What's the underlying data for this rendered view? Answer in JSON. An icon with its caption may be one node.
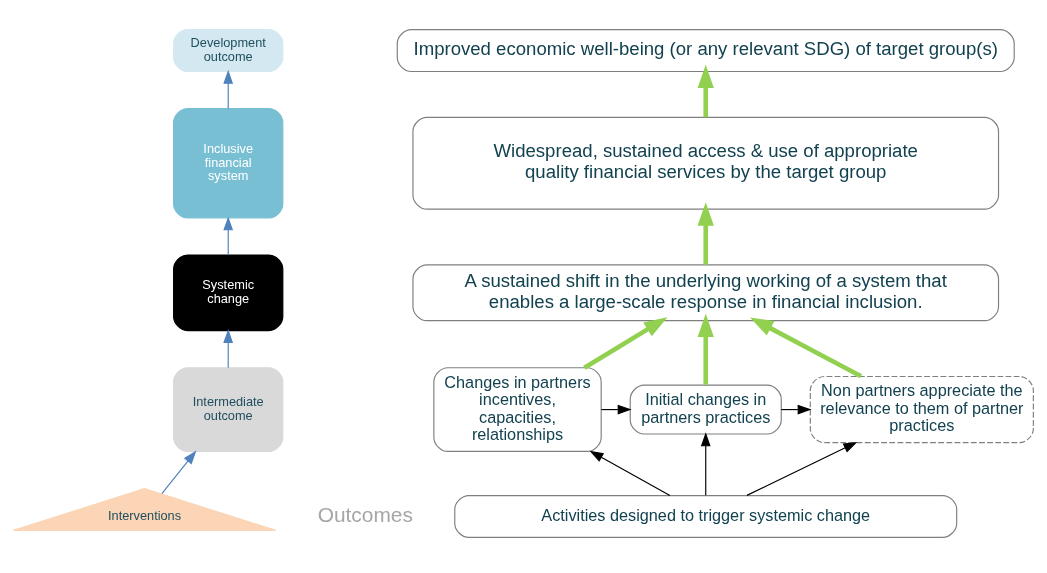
{
  "diagram": {
    "nodes": [
      {
        "text": [
          "Development outcome"
        ]
      },
      {
        "text": [
          "Inclusive financial system"
        ]
      },
      {
        "text": [
          "Systemic change"
        ]
      },
      {
        "text": [
          "Intermediate outcome"
        ]
      },
      {
        "text": [
          "Interventions"
        ]
      },
      {
        "text": [
          "Improved economic well-being (or any relevant SDG) of target group(s)"
        ]
      },
      {
        "text": [
          "Widespread, sustained access & use of appropriate quality financial services by the target group"
        ]
      },
      {
        "text": [
          "A sustained shift in the underlying working of a system that enables a large-scale response in financial inclusion."
        ]
      },
      {
        "text": [
          "Changes in partners incentives, capacities, relationships"
        ]
      },
      {
        "text": [
          "Initial changes in partners practices"
        ]
      },
      {
        "text": [
          "Non partners appreciate the relevance to them of partner practices"
        ]
      },
      {
        "text": [
          "Activities designed to trigger systemic change"
        ]
      }
    ],
    "edges": [
      {
        "from": 1,
        "to": 0,
        "arrow": "to",
        "color": "#4f81bd"
      },
      {
        "from": 2,
        "to": 1,
        "arrow": "to",
        "color": "#4f81bd"
      },
      {
        "from": 3,
        "to": 2,
        "arrow": "to",
        "color": "#4f81bd"
      },
      {
        "from": 4,
        "to": 3,
        "arrow": "to",
        "color": "#4f81bd"
      },
      {
        "from": 6,
        "to": 5,
        "arrow": "to",
        "style": "thick",
        "color": "#92d050"
      },
      {
        "from": 7,
        "to": 6,
        "arrow": "to",
        "style": "thick",
        "color": "#92d050"
      },
      {
        "from": 8,
        "to": 7,
        "arrow": "to",
        "style": "thick",
        "color": "#92d050"
      },
      {
        "from": 9,
        "to": 7,
        "arrow": "to",
        "style": "thick",
        "color": "#92d050"
      },
      {
        "from": 10,
        "to": 7,
        "arrow": "to",
        "style": "thick",
        "color": "#92d050"
      },
      {
        "from": 8,
        "to": 9,
        "arrow": "to",
        "color": "#000000"
      },
      {
        "from": 9,
        "to": 10,
        "arrow": "to",
        "color": "#000000"
      },
      {
        "from": 11,
        "to": 8,
        "arrow": "to",
        "color": "#000000"
      },
      {
        "from": 11,
        "to": 9,
        "arrow": "to",
        "color": "#000000"
      },
      {
        "from": 11,
        "to": 10,
        "arrow": "to",
        "color": "#000000"
      }
    ],
    "labels": [
      "Outcomes"
    ]
  }
}
